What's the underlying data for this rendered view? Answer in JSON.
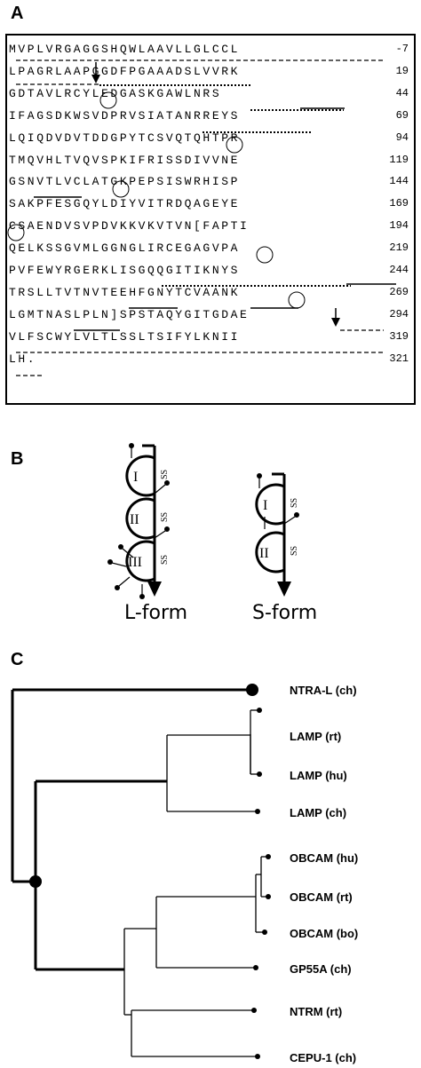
{
  "panels": {
    "a": "A",
    "b": "B",
    "c": "C"
  },
  "sequence": {
    "rows": [
      {
        "text": "MVPLVRGAGGSHQWLAAVLLGLCCL",
        "num": "-7"
      },
      {
        "text": "LPAGRLAAPGGDFPGAAADSLVVRK",
        "num": "19"
      },
      {
        "text": "GDTAVLRCYLEDGASKGAWLNRS",
        "num": "44"
      },
      {
        "text": "IFAGSDKWSVDPRVSIATANRREYS",
        "num": "69"
      },
      {
        "text": "LQIQDVDVTDDGPYTCSVQTQHTPR",
        "num": "94"
      },
      {
        "text": "TMQVHLTVQVSPKIFRISSDIVVNE",
        "num": "119"
      },
      {
        "text": "GSNVTLVCLATGKPEPSISWRHISP",
        "num": "144"
      },
      {
        "text": "SAKPFESGQYLDIYVITRDQAGEYE",
        "num": "169"
      },
      {
        "text": "CSAENDVSVPDVKKVKVTVN[FAPTI",
        "num": "194"
      },
      {
        "text": "QELKSSGVMLGGNGLIRCEGAGVPA",
        "num": "219"
      },
      {
        "text": "PVFEWYRGERKLISGQQGITIKNYS",
        "num": "244"
      },
      {
        "text": "TRSLLTVTNVTEEHFGNYTCVAANK",
        "num": "269"
      },
      {
        "text": "LGMTNASLPLN]SPSTAQYGITGDAE",
        "num": "294"
      },
      {
        "text": "VLFSCWYLVLTLSSLTSIFYLKNII",
        "num": "319"
      },
      {
        "text": "LH.",
        "num": "321"
      }
    ]
  },
  "domains": {
    "l_form": {
      "label": "L-form",
      "domains": [
        "I",
        "II",
        "III"
      ],
      "ss": "SS"
    },
    "s_form": {
      "label": "S-form",
      "domains": [
        "I",
        "II"
      ],
      "ss": "SS"
    }
  },
  "tree": {
    "taxa": [
      "NTRA-L (ch)",
      "LAMP (rt)",
      "LAMP (hu)",
      "LAMP (ch)",
      "OBCAM (hu)",
      "OBCAM (rt)",
      "OBCAM (bo)",
      "GP55A (ch)",
      "NTRM (rt)",
      "CEPU-1 (ch)"
    ]
  }
}
